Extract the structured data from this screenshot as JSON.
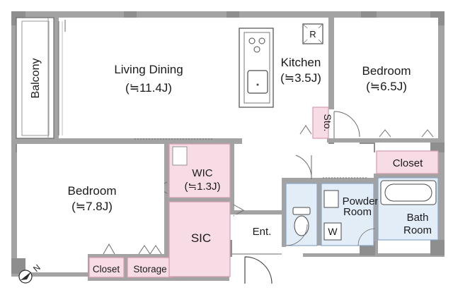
{
  "floor_plan": {
    "rooms": [
      {
        "id": "balcony",
        "name": "Balcony"
      },
      {
        "id": "living",
        "name": "Living Dining",
        "size": "(≒11.4J)"
      },
      {
        "id": "kitchen",
        "name": "Kitchen",
        "size": "(≒3.5J)"
      },
      {
        "id": "bedroom1",
        "name": "Bedroom",
        "size": "(≒6.5J)"
      },
      {
        "id": "closet1",
        "name": "Closet"
      },
      {
        "id": "storage_small",
        "name": "Sto."
      },
      {
        "id": "wic",
        "name": "WIC",
        "size": "(≒1.3J)"
      },
      {
        "id": "bedroom2",
        "name": "Bedroom",
        "size": "(≒7.8J)"
      },
      {
        "id": "sic",
        "name": "SIC"
      },
      {
        "id": "entrance",
        "name": "Ent."
      },
      {
        "id": "powder",
        "name": "Powder",
        "name2": "Room"
      },
      {
        "id": "bath",
        "name": "Bath",
        "name2": "Room"
      },
      {
        "id": "closet2",
        "name": "Closet"
      },
      {
        "id": "storage",
        "name": "Storage"
      }
    ],
    "fixtures": {
      "refrigerator_mark": "R",
      "washer_mark": "W"
    },
    "compass": {
      "label": "N"
    },
    "colors": {
      "wall": "#a3a3a3",
      "wall_dark": "#8e8e8e",
      "line": "#4a4a4a",
      "storage_fill": "#f7dce6",
      "storage_edge": "#d49bb2",
      "wet_fill": "#e2edf8",
      "wet_edge": "#8aa6c8"
    }
  }
}
